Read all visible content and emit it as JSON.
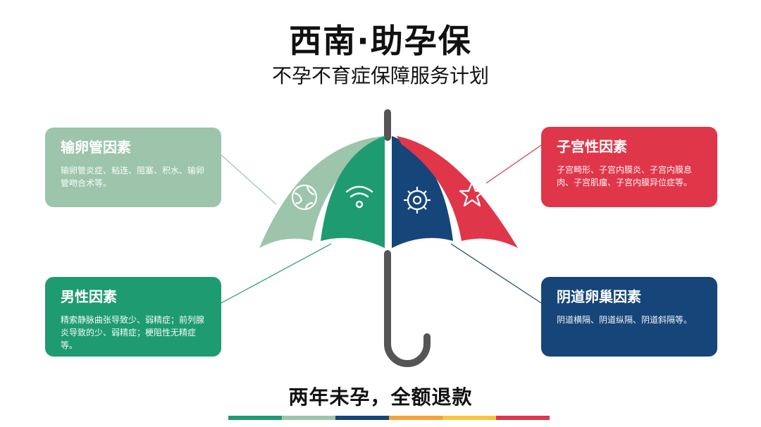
{
  "header": {
    "title": "西南·助孕保",
    "subtitle": "不孕不育症保障服务计划"
  },
  "cards": {
    "fallopian": {
      "title": "输卵管因素",
      "desc": "输卵管炎症、粘连、阻塞、积水、输卵管吻合术等。",
      "color": "#9cc5ab"
    },
    "male": {
      "title": "男性因素",
      "desc": "精索静脉曲张导致少、弱精症；前列腺炎导致的少、弱精症；梗阻性无精症等。",
      "color": "#1f9b72"
    },
    "uterine": {
      "title": "子宫性因素",
      "desc": "子宫畸形、子宫内膜炎、子宫内膜息肉、子宫肌瘤、子宫内膜异位症等。",
      "color": "#e0364a"
    },
    "vaginal_ovarian": {
      "title": "阴道卵巢因素",
      "desc": "阴道横隔、阴道纵隔、阴道斜隔等。",
      "color": "#16457a"
    }
  },
  "umbrella": {
    "segment_colors": [
      "#9cc5ab",
      "#1f9b72",
      "#16457a",
      "#e0364a"
    ],
    "icons": [
      "globe-icon",
      "wifi-icon",
      "gear-icon",
      "star-icon"
    ],
    "handle_color": "#555555"
  },
  "footer": {
    "tagline": "两年未孕，全额退款",
    "bar_colors": [
      "#1f9b72",
      "#9cc5ab",
      "#16457a",
      "#f5a23a",
      "#f6c63e",
      "#e0364a"
    ]
  }
}
